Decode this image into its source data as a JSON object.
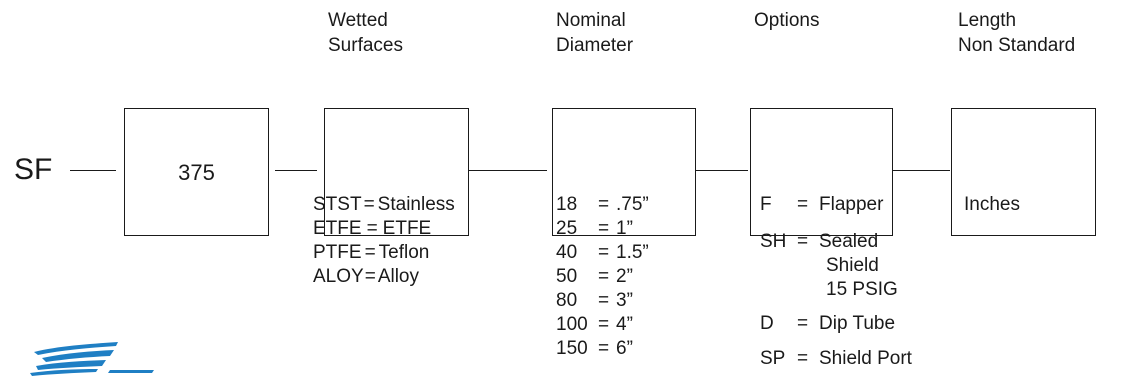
{
  "prefix": "SF",
  "headers": {
    "wetted": [
      "Wetted",
      "Surfaces"
    ],
    "diameter": [
      "Nominal",
      "Diameter"
    ],
    "options": "Options",
    "length": [
      "Length",
      "Non Standard"
    ]
  },
  "boxes": {
    "first_value": "375"
  },
  "wetted_legend": [
    {
      "code": "STST",
      "eq": "=",
      "desc": "Stainless"
    },
    {
      "code": "ETFE",
      "eq": "=",
      "desc": "ETFE"
    },
    {
      "code": "PTFE",
      "eq": "=",
      "desc": "Teflon"
    },
    {
      "code": "ALOY",
      "eq": "=",
      "desc": "Alloy"
    }
  ],
  "diameter_legend": [
    {
      "code": "18",
      "eq": "=",
      "desc": ".75”"
    },
    {
      "code": "25",
      "eq": "=",
      "desc": "1”"
    },
    {
      "code": "40",
      "eq": "=",
      "desc": "1.5”"
    },
    {
      "code": "50",
      "eq": "=",
      "desc": "2”"
    },
    {
      "code": "80",
      "eq": "=",
      "desc": "3”"
    },
    {
      "code": "100",
      "eq": "=",
      "desc": "4”"
    },
    {
      "code": "150",
      "eq": "=",
      "desc": "6”"
    }
  ],
  "options_legend": [
    {
      "code": "F",
      "eq": "=",
      "desc": [
        "Flapper"
      ]
    },
    {
      "code": "SH",
      "eq": "=",
      "desc": [
        "Sealed",
        "Shield",
        "15 PSIG"
      ]
    },
    {
      "code": "D",
      "eq": "=",
      "desc": [
        "Dip Tube"
      ]
    },
    {
      "code": "SP",
      "eq": "=",
      "desc": [
        "Shield Port"
      ]
    }
  ],
  "length_legend": "Inches",
  "colors": {
    "logo_blue": "#1f7fc4",
    "ink": "#1a1a1a"
  },
  "icons": {
    "logo": "company-swoosh-logo"
  }
}
